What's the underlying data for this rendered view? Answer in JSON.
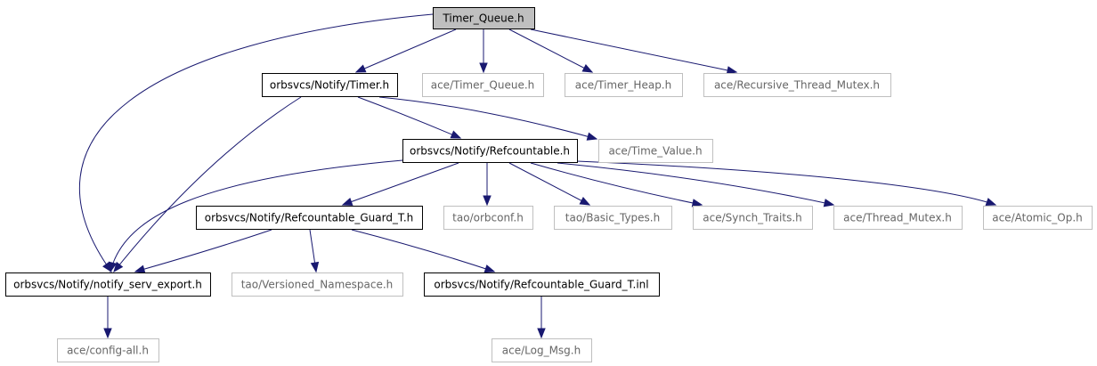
{
  "colors": {
    "edge": "#191970",
    "root_fill": "#bfbfbf",
    "documented_border": "#000000",
    "undocumented_border": "#bfbfbf",
    "documented_text": "#000000",
    "undocumented_text": "#666666"
  },
  "nodes": [
    {
      "id": "timer_queue_h",
      "label": "Timer_Queue.h",
      "kind": "root"
    },
    {
      "id": "notify_timer_h",
      "label": "orbsvcs/Notify/Timer.h",
      "kind": "documented"
    },
    {
      "id": "ace_timer_queue_h",
      "label": "ace/Timer_Queue.h",
      "kind": "undocumented"
    },
    {
      "id": "ace_timer_heap_h",
      "label": "ace/Timer_Heap.h",
      "kind": "undocumented"
    },
    {
      "id": "ace_recursive_thread_mutex_h",
      "label": "ace/Recursive_Thread_Mutex.h",
      "kind": "undocumented"
    },
    {
      "id": "notify_refcountable_h",
      "label": "orbsvcs/Notify/Refcountable.h",
      "kind": "documented"
    },
    {
      "id": "ace_time_value_h",
      "label": "ace/Time_Value.h",
      "kind": "undocumented"
    },
    {
      "id": "notify_refcountable_guard_t_h",
      "label": "orbsvcs/Notify/Refcountable_Guard_T.h",
      "kind": "documented"
    },
    {
      "id": "tao_orbconf_h",
      "label": "tao/orbconf.h",
      "kind": "undocumented"
    },
    {
      "id": "tao_basic_types_h",
      "label": "tao/Basic_Types.h",
      "kind": "undocumented"
    },
    {
      "id": "ace_synch_traits_h",
      "label": "ace/Synch_Traits.h",
      "kind": "undocumented"
    },
    {
      "id": "ace_thread_mutex_h",
      "label": "ace/Thread_Mutex.h",
      "kind": "undocumented"
    },
    {
      "id": "ace_atomic_op_h",
      "label": "ace/Atomic_Op.h",
      "kind": "undocumented"
    },
    {
      "id": "notify_serv_export_h",
      "label": "orbsvcs/Notify/notify_serv_export.h",
      "kind": "documented"
    },
    {
      "id": "tao_versioned_namespace_h",
      "label": "tao/Versioned_Namespace.h",
      "kind": "undocumented"
    },
    {
      "id": "notify_refcountable_guard_t_inl",
      "label": "orbsvcs/Notify/Refcountable_Guard_T.inl",
      "kind": "documented"
    },
    {
      "id": "ace_config_all_h",
      "label": "ace/config-all.h",
      "kind": "undocumented"
    },
    {
      "id": "ace_log_msg_h",
      "label": "ace/Log_Msg.h",
      "kind": "undocumented"
    }
  ],
  "edges": [
    {
      "from": "timer_queue_h",
      "to": "notify_timer_h"
    },
    {
      "from": "timer_queue_h",
      "to": "ace_timer_queue_h"
    },
    {
      "from": "timer_queue_h",
      "to": "ace_timer_heap_h"
    },
    {
      "from": "timer_queue_h",
      "to": "ace_recursive_thread_mutex_h"
    },
    {
      "from": "timer_queue_h",
      "to": "notify_serv_export_h"
    },
    {
      "from": "notify_timer_h",
      "to": "notify_refcountable_h"
    },
    {
      "from": "notify_timer_h",
      "to": "ace_time_value_h"
    },
    {
      "from": "notify_timer_h",
      "to": "notify_serv_export_h"
    },
    {
      "from": "notify_refcountable_h",
      "to": "notify_refcountable_guard_t_h"
    },
    {
      "from": "notify_refcountable_h",
      "to": "tao_orbconf_h"
    },
    {
      "from": "notify_refcountable_h",
      "to": "tao_basic_types_h"
    },
    {
      "from": "notify_refcountable_h",
      "to": "ace_synch_traits_h"
    },
    {
      "from": "notify_refcountable_h",
      "to": "ace_thread_mutex_h"
    },
    {
      "from": "notify_refcountable_h",
      "to": "ace_atomic_op_h"
    },
    {
      "from": "notify_refcountable_h",
      "to": "notify_serv_export_h"
    },
    {
      "from": "notify_refcountable_guard_t_h",
      "to": "notify_serv_export_h"
    },
    {
      "from": "notify_refcountable_guard_t_h",
      "to": "tao_versioned_namespace_h"
    },
    {
      "from": "notify_refcountable_guard_t_h",
      "to": "notify_refcountable_guard_t_inl"
    },
    {
      "from": "notify_serv_export_h",
      "to": "ace_config_all_h"
    },
    {
      "from": "notify_refcountable_guard_t_inl",
      "to": "ace_log_msg_h"
    }
  ]
}
